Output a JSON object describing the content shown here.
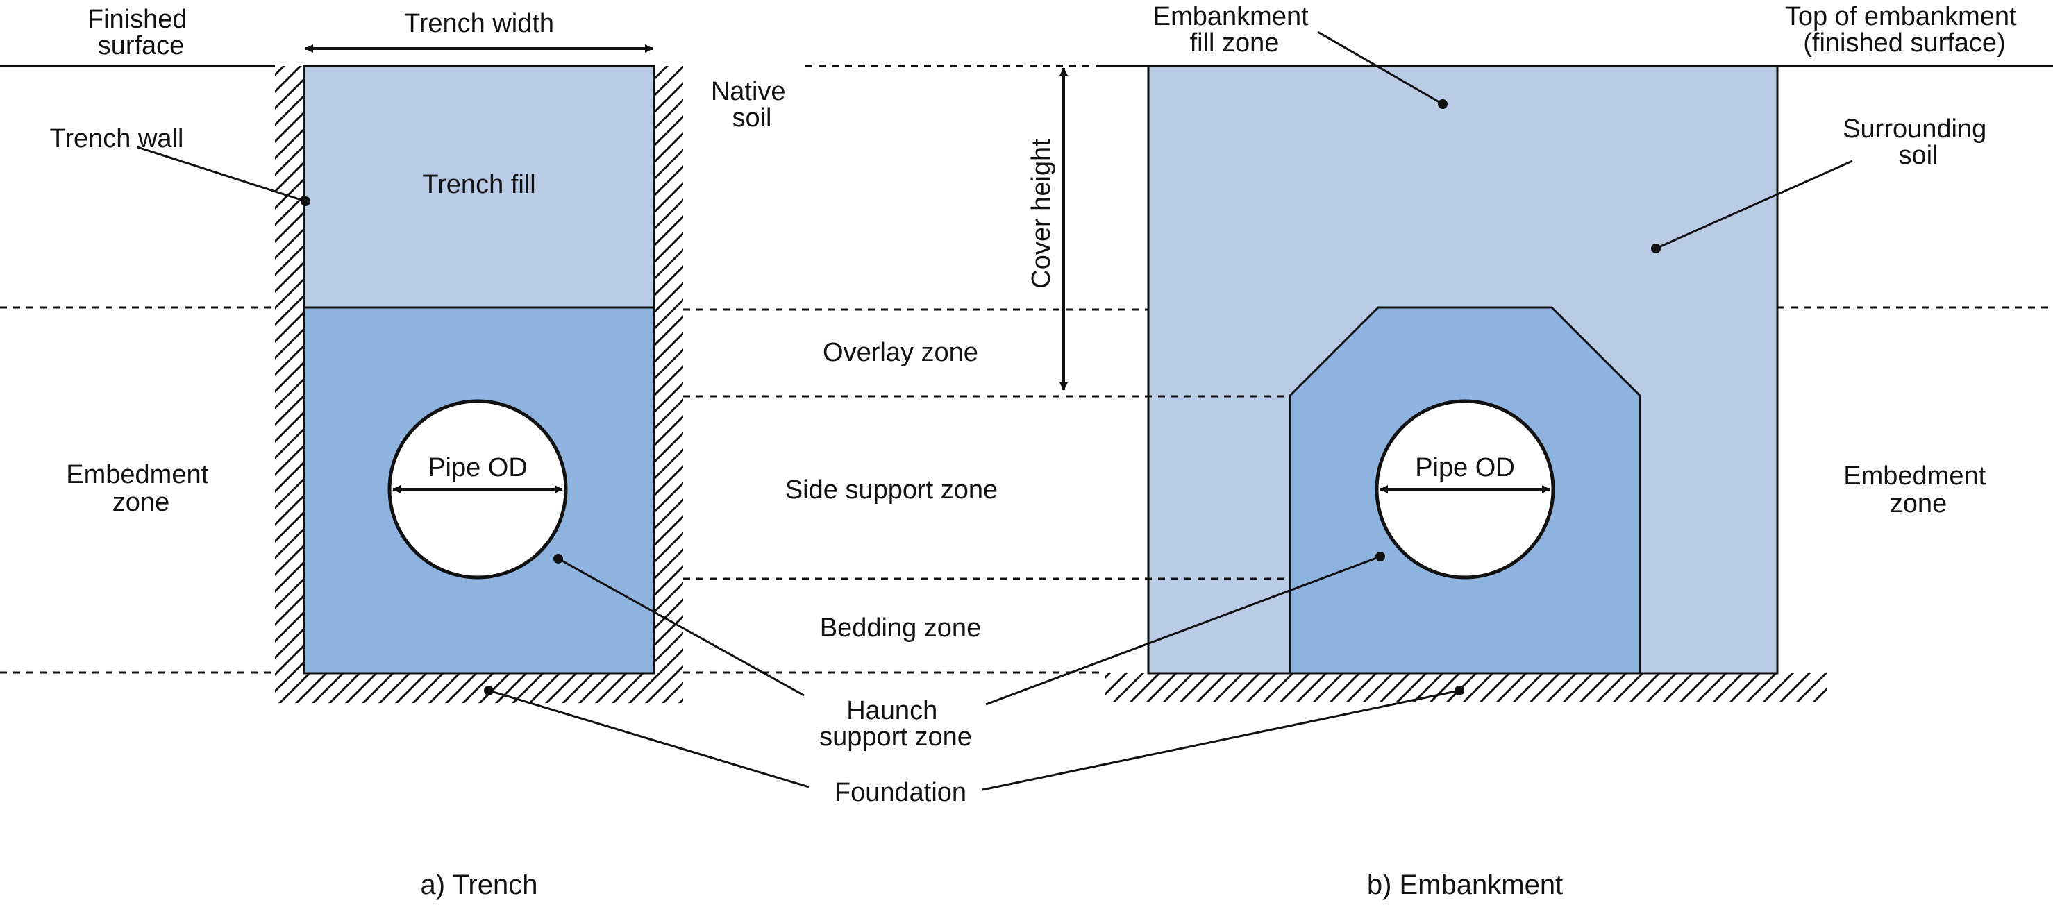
{
  "colors": {
    "light_fill": "#b9cbe5",
    "embedment_fill": "#8fb3df",
    "pipe_fill": "#ffffff",
    "stroke": "#111111"
  },
  "trench": {
    "finished_surface": [
      "Finished",
      "surface"
    ],
    "trench_width": "Trench width",
    "trench_wall": "Trench wall",
    "native_soil": [
      "Native",
      "soil"
    ],
    "trench_fill": "Trench fill",
    "pipe_od": "Pipe OD",
    "embedment_zone": [
      "Embedment",
      "zone"
    ],
    "caption": "a) Trench"
  },
  "zones": {
    "cover_height": "Cover height",
    "overlay_zone": "Overlay zone",
    "side_support_zone": "Side support zone",
    "bedding_zone": "Bedding zone",
    "haunch_support_zone": [
      "Haunch",
      "support zone"
    ],
    "foundation": "Foundation"
  },
  "embankment": {
    "fill_zone": [
      "Embankment",
      "fill zone"
    ],
    "top_of_embankment": [
      "Top of embankment",
      "(finished surface)"
    ],
    "surrounding_soil": [
      "Surrounding",
      "soil"
    ],
    "pipe_od": "Pipe OD",
    "embedment_zone": [
      "Embedment",
      "zone"
    ],
    "caption": "b) Embankment"
  }
}
